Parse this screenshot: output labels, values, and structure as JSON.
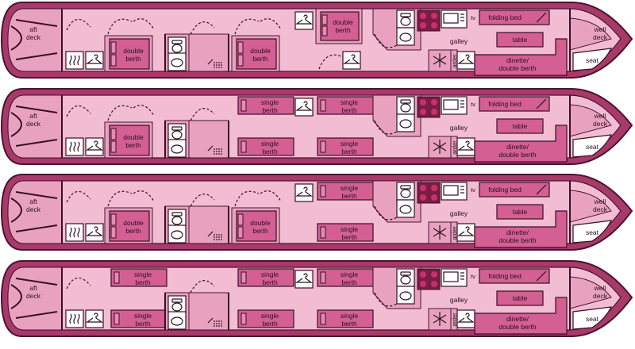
{
  "labels": {
    "aft_deck": [
      "aft",
      "deck"
    ],
    "well_deck": [
      "well",
      "deck"
    ],
    "seat": "seat",
    "galley": "galley",
    "table": "table",
    "folding_bed": "folding bed",
    "tv": "tv",
    "dinette": [
      "dinette/",
      "double berth"
    ],
    "arder": "arder",
    "double_berth": [
      "double",
      "berth"
    ],
    "single_berth": [
      "single",
      "berth"
    ]
  },
  "plans": [
    {
      "cabins": [
        {
          "top": "door",
          "bottom": "double"
        },
        {
          "top": "door",
          "bottom": "double"
        },
        {
          "top": "double",
          "bottom": "door"
        }
      ]
    },
    {
      "cabins": [
        {
          "top": "door",
          "bottom": "double"
        },
        {
          "top": "single",
          "bottom": "single"
        },
        {
          "top": "single",
          "bottom": "single"
        }
      ]
    },
    {
      "cabins": [
        {
          "top": "door",
          "bottom": "double"
        },
        {
          "top": "door",
          "bottom": "double"
        },
        {
          "top": "single",
          "bottom": "single"
        }
      ]
    },
    {
      "cabins": [
        {
          "top": "single",
          "bottom": "single"
        },
        {
          "top": "single",
          "bottom": "single"
        },
        {
          "top": "single",
          "bottom": "single"
        }
      ]
    }
  ],
  "colors": {
    "hull": "#a83a6a",
    "interior": "#f2bcd2",
    "furniture": "#d35f93",
    "outline": "#3a0f25"
  },
  "icons": [
    "radiator-icon",
    "coat-hanger-icon",
    "shower-icon",
    "toilet-icon",
    "basin-icon",
    "hob-icon",
    "microwave-icon",
    "fridge-icon"
  ]
}
